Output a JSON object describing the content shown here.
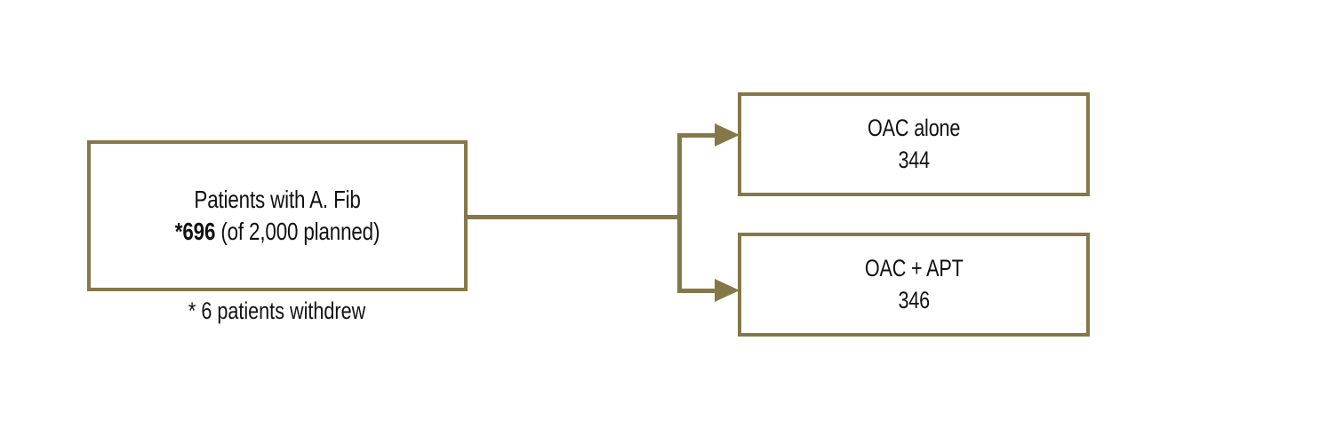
{
  "diagram": {
    "type": "flowchart",
    "accent_color": "#857848",
    "text_color": "#111111",
    "background_color": "#ffffff",
    "nodes": {
      "enrolled": {
        "line1": "Patients with A. Fib",
        "line2_prefix_bold": "*696",
        "line2_suffix": " (of 2,000 planned)"
      },
      "footnote": "* 6 patients withdrew",
      "arm_oac_alone": {
        "label": "OAC alone",
        "count": "344"
      },
      "arm_oac_apt": {
        "label": "OAC + APT",
        "count": "346"
      }
    },
    "edges": [
      {
        "from": "enrolled",
        "to": "arm_oac_alone",
        "style": "elbow-arrow"
      },
      {
        "from": "enrolled",
        "to": "arm_oac_apt",
        "style": "elbow-arrow"
      }
    ]
  }
}
